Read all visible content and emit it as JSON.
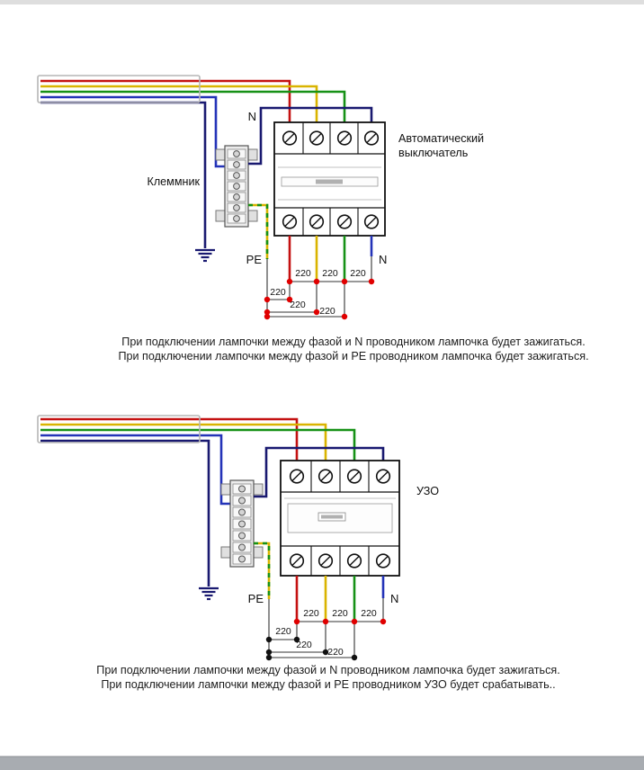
{
  "colors": {
    "wire_red": "#c41111",
    "wire_yellow": "#d9b400",
    "wire_green": "#169116",
    "wire_blue": "#2433b8",
    "wire_navy": "#191970",
    "pe_stripe_yellow": "#d9b400",
    "pe_stripe_green": "#169116",
    "dot_red": "#e00000",
    "dot_black": "#111111"
  },
  "top_diagram": {
    "labels": {
      "n_top": "N",
      "terminal_block": "Клеммник",
      "device_line1": "Автоматический",
      "device_line2": "выключатель",
      "pe": "PE",
      "n_bottom": "N"
    },
    "voltage": "220",
    "captions": {
      "line1": "При подключении лампочки между фазой и N проводником лампочка будет зажигаться.",
      "line2": "При подключении лампочки между фазой и PE проводником лампочка будет зажигаться."
    }
  },
  "bottom_diagram": {
    "labels": {
      "device": "УЗО",
      "pe": "PE",
      "n_bottom": "N"
    },
    "voltage": "220",
    "captions": {
      "line1": "При подключении лампочки между фазой и N проводником лампочка будет зажигаться.",
      "line2": "При подключении лампочки между фазой и PE проводником УЗО будет срабатывать.."
    }
  }
}
